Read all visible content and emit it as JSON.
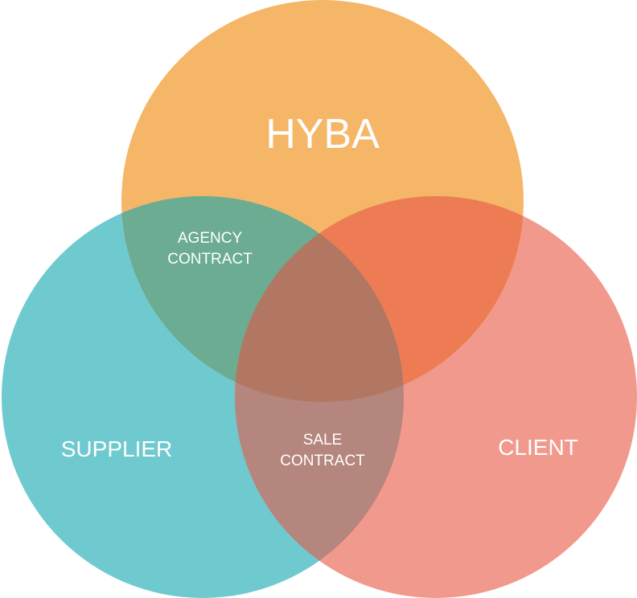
{
  "diagram": {
    "sets": [
      {
        "id": "hyba",
        "label": "HYBA",
        "color": "#F5B668"
      },
      {
        "id": "supplier",
        "label": "SUPPLIER",
        "color": "#6FCAD0"
      },
      {
        "id": "client",
        "label": "CLIENT",
        "color": "#F1998C"
      }
    ],
    "intersections": [
      {
        "id": "hyba-supplier",
        "sets": [
          "hyba",
          "supplier"
        ],
        "label_lines": [
          "AGENCY",
          "CONTRACT"
        ],
        "color": "#6BAC93"
      },
      {
        "id": "hyba-client",
        "sets": [
          "hyba",
          "client"
        ],
        "label_lines": [],
        "color": "#ED7C54"
      },
      {
        "id": "supplier-client",
        "sets": [
          "supplier",
          "client"
        ],
        "label_lines": [
          "SALE",
          "CONTRACT"
        ],
        "color": "#B5867D"
      },
      {
        "id": "all",
        "sets": [
          "hyba",
          "supplier",
          "client"
        ],
        "label_lines": [],
        "color": "#B17762"
      }
    ]
  }
}
